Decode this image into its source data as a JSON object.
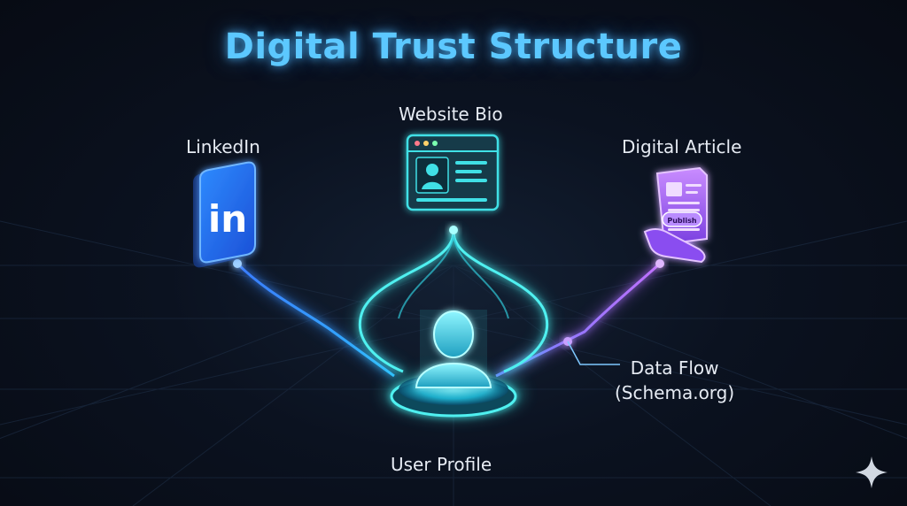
{
  "title": "Digital Trust Structure",
  "nodes": {
    "website": {
      "label": "Website Bio",
      "icon": "website-profile-icon"
    },
    "linkedin": {
      "label": "LinkedIn",
      "icon": "linkedin-icon",
      "badge_text": "in"
    },
    "article": {
      "label": "Digital Article",
      "icon": "document-scroll-icon",
      "badge_text": "Publish"
    },
    "user": {
      "label": "User Profile",
      "icon": "user-avatar-icon"
    }
  },
  "annotation": {
    "line1": "Data Flow",
    "line2": "(Schema.org)"
  },
  "colors": {
    "title": "#5cc8ff",
    "linkedin_flow": "#3a8dff",
    "website_flow": "#36e3e6",
    "article_flow": "#b066ff",
    "background": "#0b1220"
  },
  "corner_icon": "sparkle-icon"
}
